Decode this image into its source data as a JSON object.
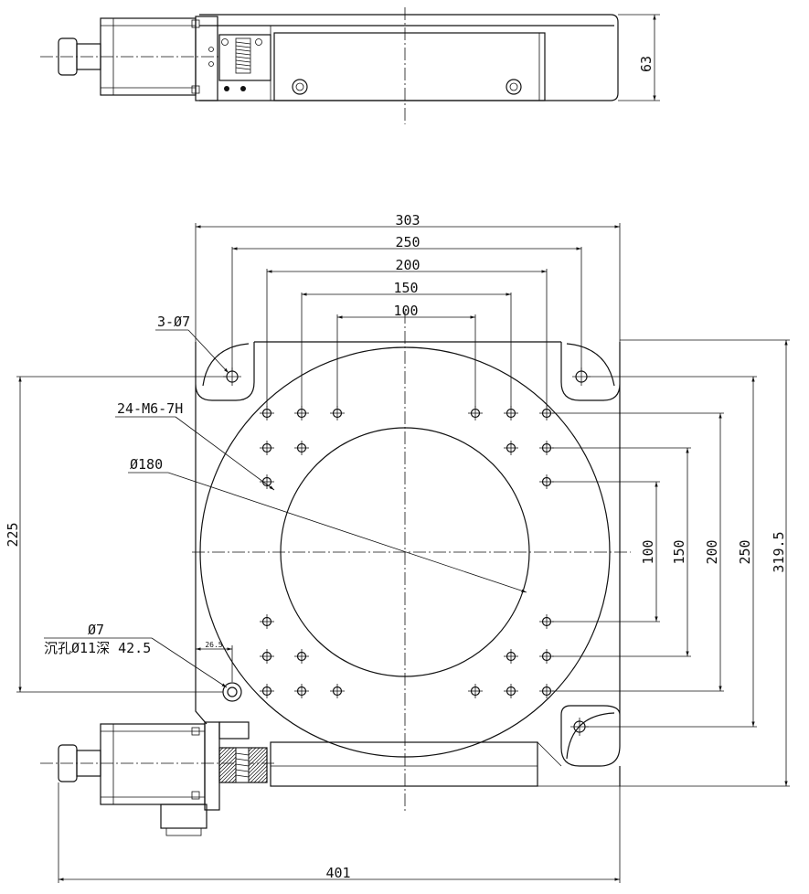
{
  "dimensions": {
    "top_view_height": "63",
    "width_303": "303",
    "hole_250": "250",
    "hole_200": "200",
    "hole_150": "150",
    "hole_100": "100",
    "vert_225": "225",
    "vert_100": "100",
    "vert_150": "150",
    "vert_200": "200",
    "vert_250": "250",
    "vert_3195": "319.5",
    "total_401": "401",
    "small_265": "26.5"
  },
  "callouts": {
    "mount_holes": "3-Ø7",
    "thread_holes": "24-M6-7H",
    "inner_diameter": "Ø180",
    "cbore_hole": "Ø7",
    "cbore_spec": "沉孔Ø11深 42.5"
  }
}
